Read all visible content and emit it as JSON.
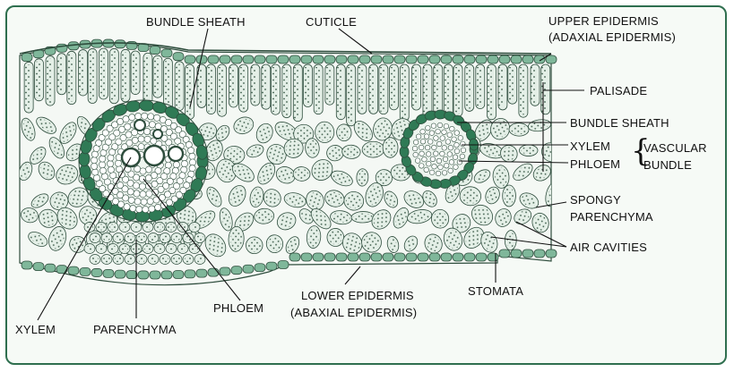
{
  "labels": {
    "bundle_sheath_top": "BUNDLE SHEATH",
    "cuticle": "CUTICLE",
    "upper_epidermis": "UPPER EPIDERMIS",
    "upper_epidermis_alt": "(ADAXIAL EPIDERMIS)",
    "palisade": "PALISADE",
    "bundle_sheath_right": "BUNDLE SHEATH",
    "xylem_right": "XYLEM",
    "phloem_right": "PHLOEM",
    "vascular": "VASCULAR",
    "bundle": "BUNDLE",
    "spongy": "SPONGY",
    "parenchyma_right": "PARENCHYMA",
    "air_cavities": "AIR CAVITIES",
    "stomata": "STOMATA",
    "lower_epidermis": "LOWER EPIDERMIS",
    "lower_epidermis_alt": "(ABAXIAL EPIDERMIS)",
    "phloem_bottom": "PHLOEM",
    "xylem_bottom": "XYLEM",
    "parenchyma_bottom": "PARENCHYMA"
  },
  "colors": {
    "epidermis": "#7fb79a",
    "sheath": "#2f7a55",
    "cell_fill": "#e4efe7",
    "outline": "#2e4d3d",
    "dots": "#3a5a48"
  }
}
